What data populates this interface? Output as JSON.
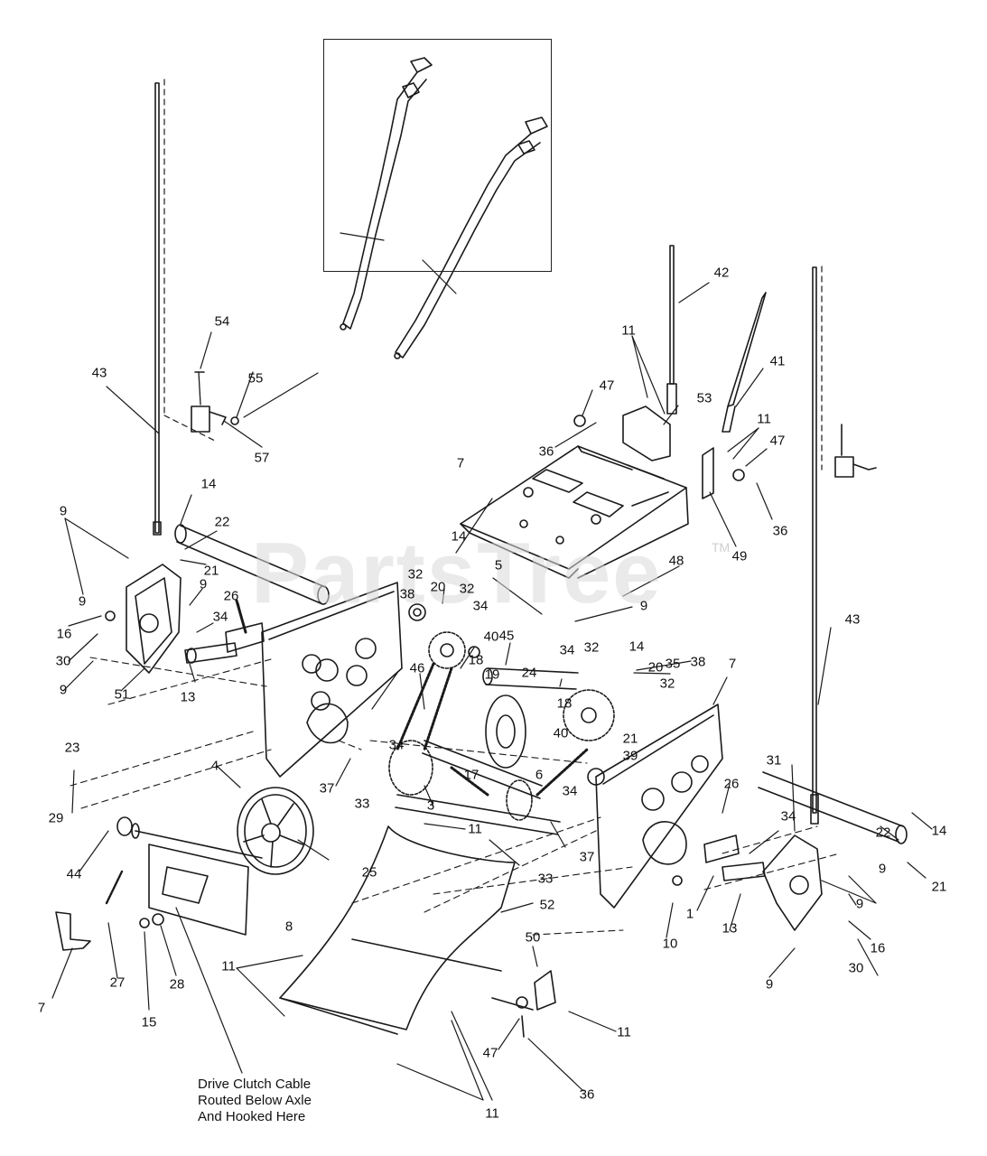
{
  "watermark": {
    "text": "PartsTree",
    "trademark": "TM"
  },
  "note": {
    "lines": [
      "Drive Clutch Cable",
      "Routed Below Axle",
      "And Hooked Here"
    ]
  },
  "labels": [
    {
      "id": "l54",
      "text": "54"
    },
    {
      "id": "l43a",
      "text": "43"
    },
    {
      "id": "l55",
      "text": "55"
    },
    {
      "id": "l57",
      "text": "57"
    },
    {
      "id": "l14a",
      "text": "14"
    },
    {
      "id": "l22a",
      "text": "22"
    },
    {
      "id": "l21a",
      "text": "21"
    },
    {
      "id": "l9a",
      "text": "9"
    },
    {
      "id": "l9b",
      "text": "9"
    },
    {
      "id": "l16a",
      "text": "16"
    },
    {
      "id": "l30a",
      "text": "30"
    },
    {
      "id": "l9c",
      "text": "9"
    },
    {
      "id": "l51",
      "text": "51"
    },
    {
      "id": "l9d",
      "text": "9"
    },
    {
      "id": "l34a",
      "text": "34"
    },
    {
      "id": "l26a",
      "text": "26"
    },
    {
      "id": "l13a",
      "text": "13"
    },
    {
      "id": "l38a",
      "text": "38"
    },
    {
      "id": "l32a",
      "text": "32"
    },
    {
      "id": "l20a",
      "text": "20"
    },
    {
      "id": "l14b",
      "text": "14"
    },
    {
      "id": "l32b",
      "text": "32"
    },
    {
      "id": "l34b",
      "text": "34"
    },
    {
      "id": "l40a",
      "text": "40"
    },
    {
      "id": "l45",
      "text": "45"
    },
    {
      "id": "l5",
      "text": "5"
    },
    {
      "id": "l48",
      "text": "48"
    },
    {
      "id": "l9e",
      "text": "9"
    },
    {
      "id": "l7a",
      "text": "7"
    },
    {
      "id": "l11a",
      "text": "11"
    },
    {
      "id": "l47a",
      "text": "47"
    },
    {
      "id": "l36a",
      "text": "36"
    },
    {
      "id": "l42",
      "text": "42"
    },
    {
      "id": "l53",
      "text": "53"
    },
    {
      "id": "l41",
      "text": "41"
    },
    {
      "id": "l11b",
      "text": "11"
    },
    {
      "id": "l47b",
      "text": "47"
    },
    {
      "id": "l36b",
      "text": "36"
    },
    {
      "id": "l49",
      "text": "49"
    },
    {
      "id": "l43b",
      "text": "43"
    },
    {
      "id": "l46",
      "text": "46"
    },
    {
      "id": "l18a",
      "text": "18"
    },
    {
      "id": "l19",
      "text": "19"
    },
    {
      "id": "l24",
      "text": "24"
    },
    {
      "id": "l34c",
      "text": "34"
    },
    {
      "id": "l32c",
      "text": "32"
    },
    {
      "id": "l14c",
      "text": "14"
    },
    {
      "id": "l20b",
      "text": "20"
    },
    {
      "id": "l32d",
      "text": "32"
    },
    {
      "id": "l35",
      "text": "35"
    },
    {
      "id": "l38b",
      "text": "38"
    },
    {
      "id": "l7b",
      "text": "7"
    },
    {
      "id": "l18b",
      "text": "18"
    },
    {
      "id": "l40b",
      "text": "40"
    },
    {
      "id": "l21b",
      "text": "21"
    },
    {
      "id": "l39",
      "text": "39"
    },
    {
      "id": "l6",
      "text": "6"
    },
    {
      "id": "l17",
      "text": "17"
    },
    {
      "id": "l34d",
      "text": "34"
    },
    {
      "id": "l37a",
      "text": "37"
    },
    {
      "id": "l33a",
      "text": "33"
    },
    {
      "id": "l3",
      "text": "3"
    },
    {
      "id": "l4",
      "text": "4"
    },
    {
      "id": "l23",
      "text": "23"
    },
    {
      "id": "l29",
      "text": "29"
    },
    {
      "id": "l44",
      "text": "44"
    },
    {
      "id": "l25",
      "text": "25"
    },
    {
      "id": "l11c",
      "text": "11"
    },
    {
      "id": "l34e",
      "text": "34"
    },
    {
      "id": "l37b",
      "text": "37"
    },
    {
      "id": "l33b",
      "text": "33"
    },
    {
      "id": "l8",
      "text": "8"
    },
    {
      "id": "l52",
      "text": "52"
    },
    {
      "id": "l31",
      "text": "31"
    },
    {
      "id": "l26b",
      "text": "26"
    },
    {
      "id": "l34f",
      "text": "34"
    },
    {
      "id": "l14d",
      "text": "14"
    },
    {
      "id": "l22b",
      "text": "22"
    },
    {
      "id": "l21c",
      "text": "21"
    },
    {
      "id": "l9f",
      "text": "9"
    },
    {
      "id": "l9g",
      "text": "9"
    },
    {
      "id": "l1",
      "text": "1"
    },
    {
      "id": "l13b",
      "text": "13"
    },
    {
      "id": "l10",
      "text": "10"
    },
    {
      "id": "l16b",
      "text": "16"
    },
    {
      "id": "l30b",
      "text": "30"
    },
    {
      "id": "l9h",
      "text": "9"
    },
    {
      "id": "l7c",
      "text": "7"
    },
    {
      "id": "l27",
      "text": "27"
    },
    {
      "id": "l28",
      "text": "28"
    },
    {
      "id": "l15",
      "text": "15"
    },
    {
      "id": "l11d",
      "text": "11"
    },
    {
      "id": "l50",
      "text": "50"
    },
    {
      "id": "l11e",
      "text": "11"
    },
    {
      "id": "l47c",
      "text": "47"
    },
    {
      "id": "l36c",
      "text": "36"
    },
    {
      "id": "l11f",
      "text": "11"
    }
  ]
}
